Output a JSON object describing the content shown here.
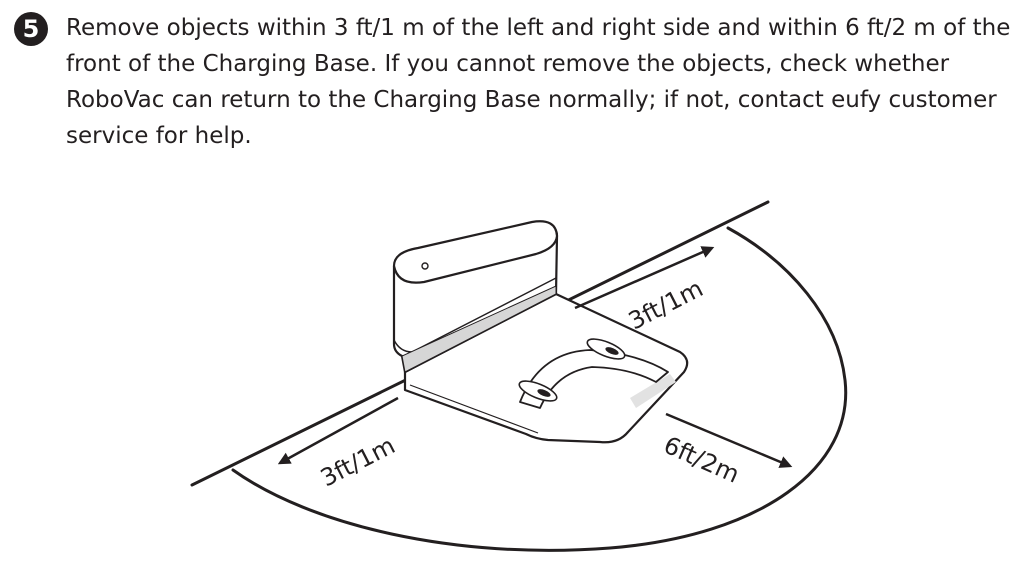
{
  "instruction": {
    "step_number": "5",
    "text": "Remove objects within 3 ft/1 m of the left and right side and within 6 ft/2 m of the front of the Charging Base. If you cannot remove the objects, check whether RoboVac can return to the Charging Base normally; if not, contact eufy customer service for help."
  },
  "diagram": {
    "label_right": "3ft/1m",
    "label_left": "3ft/1m",
    "label_front": "6ft/2m"
  }
}
